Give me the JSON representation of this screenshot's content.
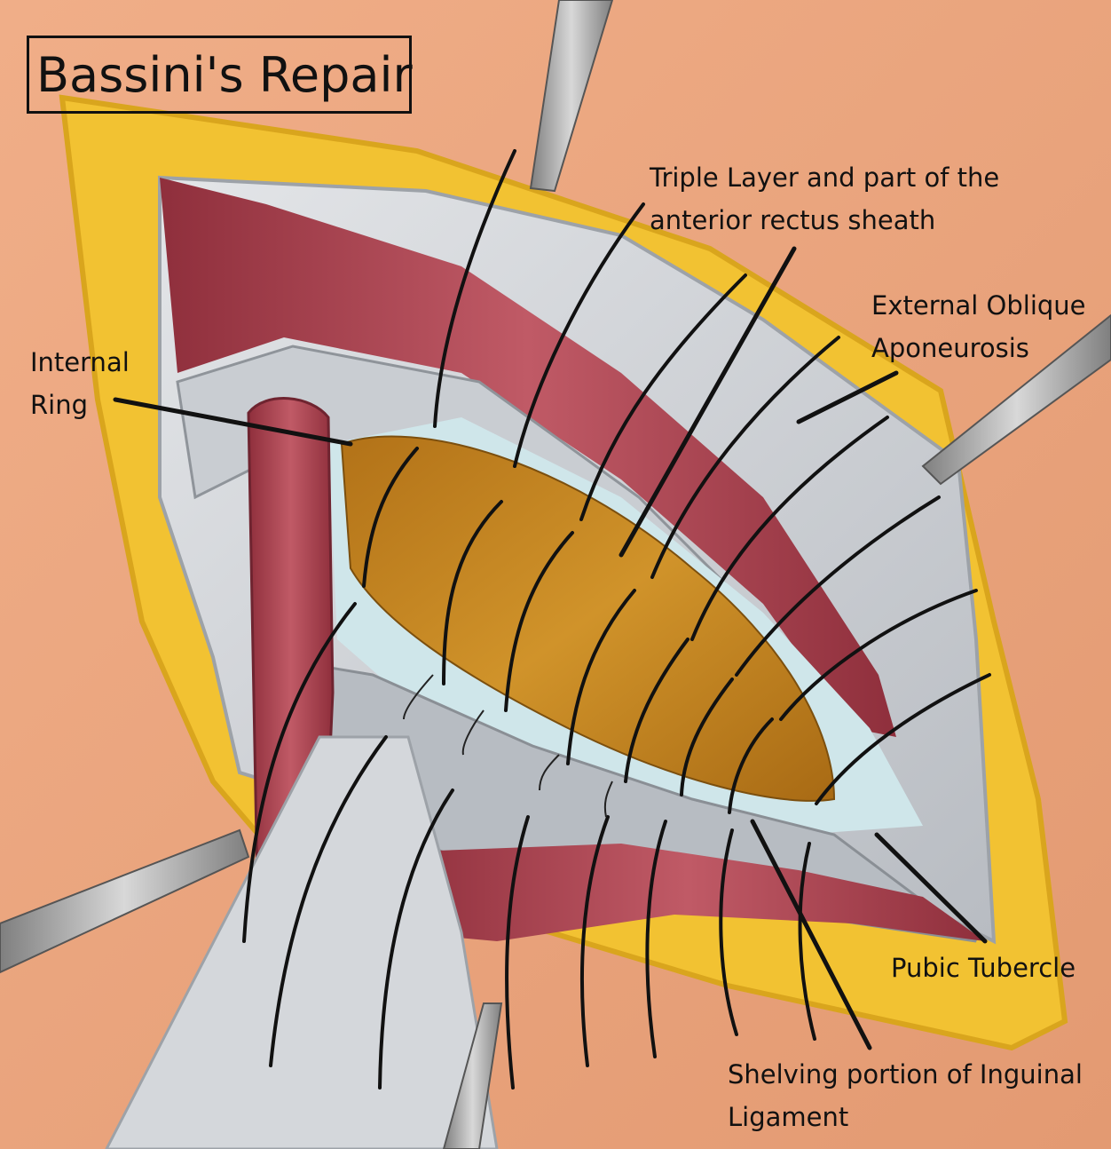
{
  "title": "Bassini's Repair",
  "labels": {
    "triple_layer": [
      "Triple Layer and part of the",
      "anterior rectus sheath"
    ],
    "external_oblique": [
      "External Oblique",
      "Aponeurosis"
    ],
    "internal_ring": [
      "Internal",
      "Ring"
    ],
    "pubic_tubercle": [
      "Pubic Tubercle"
    ],
    "shelving": [
      "Shelving portion of Inguinal",
      "Ligament"
    ]
  },
  "colors": {
    "skin": "#e9a27a",
    "fat": "#f2c232",
    "muscle": "#a8434f",
    "aponeurosis": "#cfd3d8",
    "fascia_light": "#cfe6ea",
    "cord_fat": "#c98a1c",
    "instrument": "#a9a9a9",
    "suture": "#111111"
  }
}
